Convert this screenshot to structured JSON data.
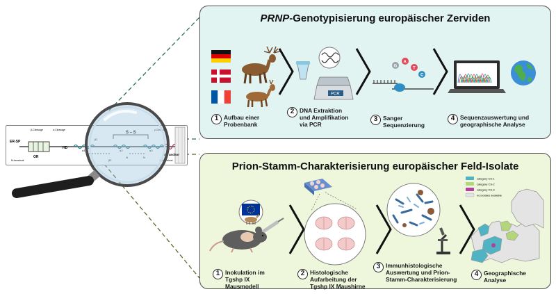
{
  "gene_schematic": {
    "er_sp": "ER-SP",
    "or": "OR",
    "hd": "HD",
    "cleavage_a": "β-Cleavage",
    "cleavage_b": "α-Cleavage",
    "cleavage_c": "γ-Cleavage",
    "ss": "S – S",
    "gpi_anchor": "GPI anchor",
    "n_terminal": "N-terminal",
    "c_terminal": "C-terminal",
    "helix1": "α1",
    "helix2": "α2",
    "helix3": "α3",
    "n1": "N",
    "n2": "N",
    "b1": "β1",
    "b2": "β2"
  },
  "top_panel": {
    "title_italic": "PRNP",
    "title_rest": "-Genotypisierung europäischer Zerviden",
    "steps": [
      {
        "num": "1",
        "label": "Aufbau einer Probenbank"
      },
      {
        "num": "2",
        "label": "DNA Extraktion und Amplifikation via PCR"
      },
      {
        "num": "3",
        "label": "Sanger Sequenzierung"
      },
      {
        "num": "4",
        "label": "Sequenzauswertung und geographische Analyse"
      }
    ],
    "pcr_label": "PCR",
    "seq_bases": [
      "G",
      "A",
      "T",
      "C"
    ]
  },
  "bottom_panel": {
    "title": "Prion-Stamm-Charakterisierung europäischer Feld-Isolate",
    "steps": [
      {
        "num": "1",
        "label": "Inokulation im Tgshp IX Mausmodell"
      },
      {
        "num": "2",
        "label": "Histologische Aufarbeitung der Tgshp IX Maushirne"
      },
      {
        "num": "3",
        "label": "Immunhistologische Auswertung und Prion-Stamm-Charakterisierung"
      },
      {
        "num": "4",
        "label": "Geographische Analyse"
      }
    ],
    "map_legend": [
      {
        "label": "category CS-1",
        "color": "#4fb3c4"
      },
      {
        "label": "category CS-2",
        "color": "#b4d67a"
      },
      {
        "label": "category CS-3",
        "color": "#b03fa0"
      },
      {
        "label": "no isolates available",
        "color": "#e4e4e4"
      }
    ]
  },
  "colors": {
    "panel_top_bg": "#e2f4f1",
    "panel_bottom_bg": "#eef6dc",
    "dash_top": "#2e6a52",
    "dash_bottom": "#5a6b2e"
  }
}
